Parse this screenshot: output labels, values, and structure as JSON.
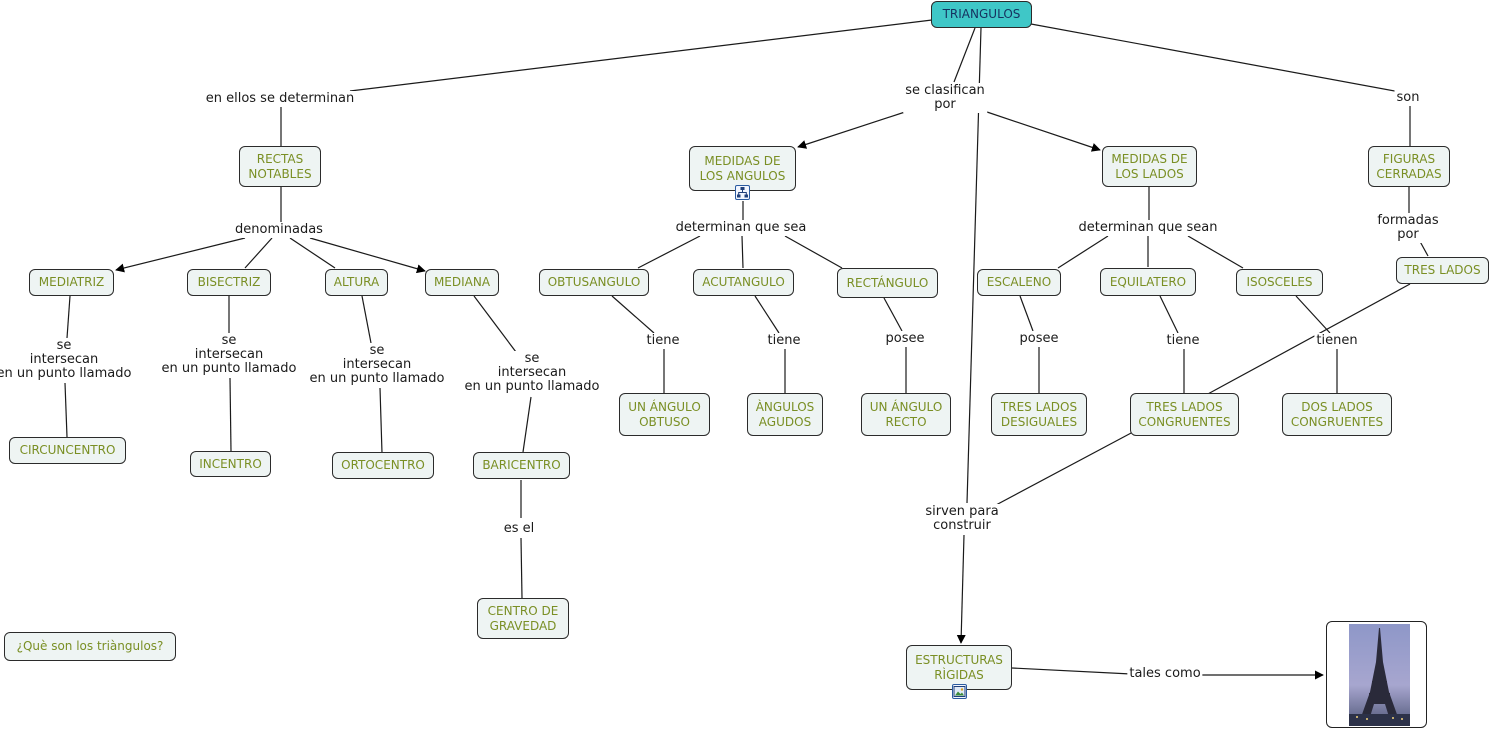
{
  "map": {
    "root": "TRIANGULOS",
    "nodes": {
      "rectas_notables": "RECTAS\nNOTABLES",
      "medidas_angulos": "MEDIDAS DE\nLOS ANGULOS",
      "medidas_lados": "MEDIDAS DE\nLOS LADOS",
      "figuras_cerradas": "FIGURAS\nCERRADAS",
      "mediatriz": "MEDIATRIZ",
      "bisectriz": "BISECTRIZ",
      "altura": "ALTURA",
      "mediana": "MEDIANA",
      "obtusangulo": "OBTUSANGULO",
      "acutangulo": "ACUTANGULO",
      "rectangulo": "RECTÁNGULO",
      "escaleno": "ESCALENO",
      "equilatero": "EQUILATERO",
      "isosceles": "ISOSCELES",
      "tres_lados": "TRES LADOS",
      "circuncentro": "CIRCUNCENTRO",
      "incentro": "INCENTRO",
      "ortocentro": "ORTOCENTRO",
      "baricentro": "BARICENTRO",
      "centro_gravedad": "CENTRO DE\nGRAVEDAD",
      "angulo_obtuso": "UN ÁNGULO\nOBTUSO",
      "angulos_agudos": "ÀNGULOS\nAGUDOS",
      "angulo_recto": "UN ÁNGULO\nRECTO",
      "tres_lados_desiguales": "TRES LADOS\nDESIGUALES",
      "tres_lados_congruentes": "TRES LADOS\nCONGRUENTES",
      "dos_lados_congruentes": "DOS LADOS\nCONGRUENTES",
      "estructuras_rigidas": "ESTRUCTURAS\nRÌGIDAS",
      "que_son": "¿Què son los triàngulos?"
    },
    "links": {
      "en_ellos": "en ellos se determinan",
      "se_clasifican": "se clasifican\npor",
      "son": "son",
      "denominadas": "denominadas",
      "determinan_sea": "determinan que sea",
      "determinan_sean": "determinan que sean",
      "formadas_por": "formadas por",
      "se_int_1": "se\nintersecan\nen un punto llamado",
      "se_int_2": "se\nintersecan\nen un punto llamado",
      "se_int_3": "se\nintersecan\nen un punto llamado",
      "se_int_4": "se\nintersecan\nen un punto llamado",
      "es_el": "es el",
      "tiene_1": "tiene",
      "tiene_2": "tiene",
      "posee_1": "posee",
      "posee_2": "posee",
      "tiene_3": "tiene",
      "tienen": "tienen",
      "sirven_para": "sirven para\nconstruir",
      "tales_como": "tales como"
    },
    "resource_icons": [
      "hierarchy-icon",
      "image-icon"
    ]
  }
}
